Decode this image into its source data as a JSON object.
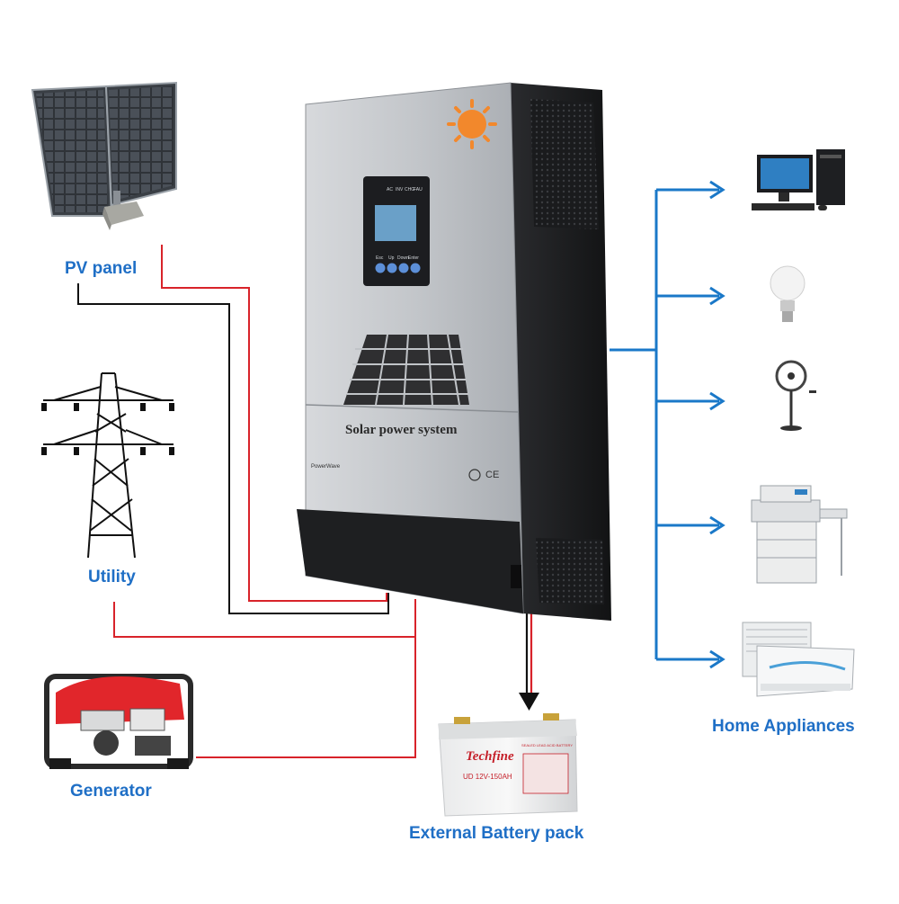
{
  "labels": {
    "pv_panel": "PV panel",
    "utility": "Utility",
    "generator": "Generator",
    "battery": "External Battery pack",
    "appliances": "Home Appliances"
  },
  "inverter": {
    "front_text": "Solar power system",
    "brand_text": "PowerWave",
    "cert_text": "CE",
    "lcd_indicators": [
      "AC",
      "INV",
      "CHG",
      "FAU"
    ],
    "buttons": [
      "Esc",
      "Up",
      "Down",
      "Enter"
    ]
  },
  "battery": {
    "brand": "Techfine",
    "model": "UD 12V-150AH",
    "side_label": "SEALED LEAD ACID BATTERY"
  },
  "colors": {
    "label_blue": "#1f6fc6",
    "arrow_blue": "#1a78c8",
    "wire_red": "#d8232a",
    "wire_black": "#111111",
    "inverter_silver": "#b9bcc0",
    "inverter_black": "#1d1e20"
  },
  "icons": [
    "pv-panel-icon",
    "pylon-icon",
    "generator-icon",
    "battery-icon",
    "computer-icon",
    "bulb-icon",
    "fan-icon",
    "copier-icon",
    "air-conditioner-icon",
    "sun-logo-icon"
  ]
}
